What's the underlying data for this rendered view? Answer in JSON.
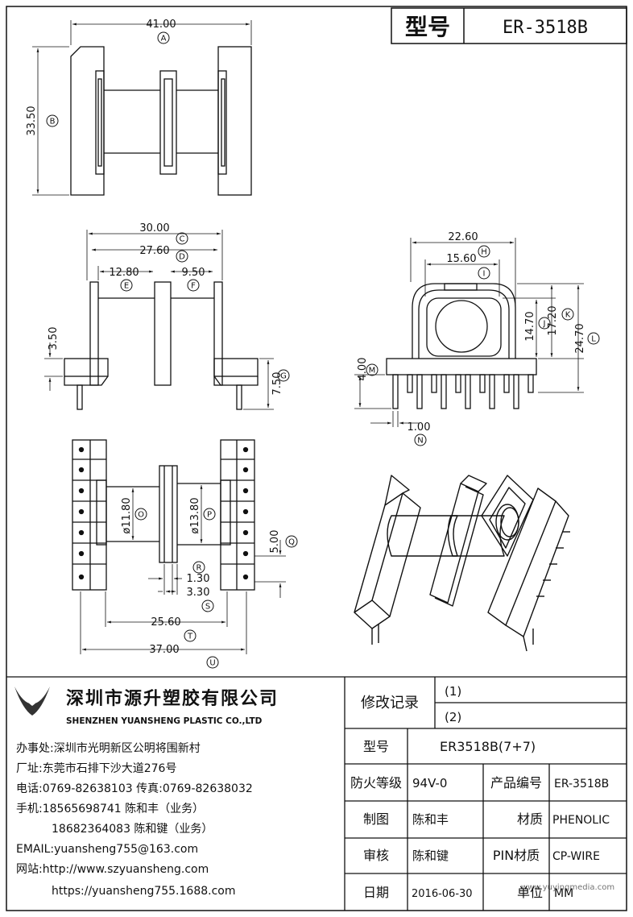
{
  "title_block": {
    "model_label": "型号",
    "model_value": "ER-3518B"
  },
  "dimensions": {
    "A": "41.00",
    "B": "33.50",
    "C": "30.00",
    "D": "27.60",
    "E": "12.80",
    "F": "9.50",
    "G": "7.50",
    "side_left": "3.50",
    "H": "22.60",
    "I": "15.60",
    "J": "14.70",
    "K": "17.20",
    "L": "24.70",
    "M": "4.00",
    "N": "1.00",
    "O": "ø11.80",
    "P": "ø13.80",
    "Q": "5.00",
    "R": "1.30",
    "S": "3.30",
    "T": "25.60",
    "U": "37.00"
  },
  "labels": [
    "A",
    "B",
    "C",
    "D",
    "E",
    "F",
    "G",
    "H",
    "I",
    "J",
    "K",
    "L",
    "M",
    "N",
    "O",
    "P",
    "Q",
    "R",
    "S",
    "T",
    "U"
  ],
  "company": {
    "name_cn": "深圳市源升塑胶有限公司",
    "name_en": "SHENZHEN YUANSHENG PLASTIC CO.,LTD",
    "office": "办事处:深圳市光明新区公明将围新村",
    "factory": "厂址:东莞市石排下沙大道276号",
    "phone": "电话:0769-82638103 传真:0769-82638032",
    "mobile1": "手机:18565698741 陈和丰（业务）",
    "mobile2": "18682364083 陈和键（业务）",
    "email": "EMAIL:yuansheng755@163.com",
    "web_label": "网站:http://www.szyuansheng.com",
    "web2": "https://yuansheng755.1688.com"
  },
  "revision": {
    "label": "修改记录",
    "r1": "(1)",
    "r2": "(2)"
  },
  "info": {
    "model_label": "型号",
    "model_value": "ER3518B(7+7)",
    "flame_label": "防火等级",
    "flame_value": "94V-0",
    "product_no_label": "产品编号",
    "product_no_value": "ER-3518B",
    "drawn_label": "制图",
    "drawn_value": "陈和丰",
    "material_label": "材质",
    "material_value": "PHENOLIC",
    "checked_label": "审核",
    "checked_value": "陈和键",
    "pin_label": "PIN材质",
    "pin_value": "CP-WIRE",
    "date_label": "日期",
    "date_value": "2016-06-30",
    "unit_label": "单位",
    "unit_value": "MM"
  },
  "watermark": "www.yuyingmedia.com"
}
